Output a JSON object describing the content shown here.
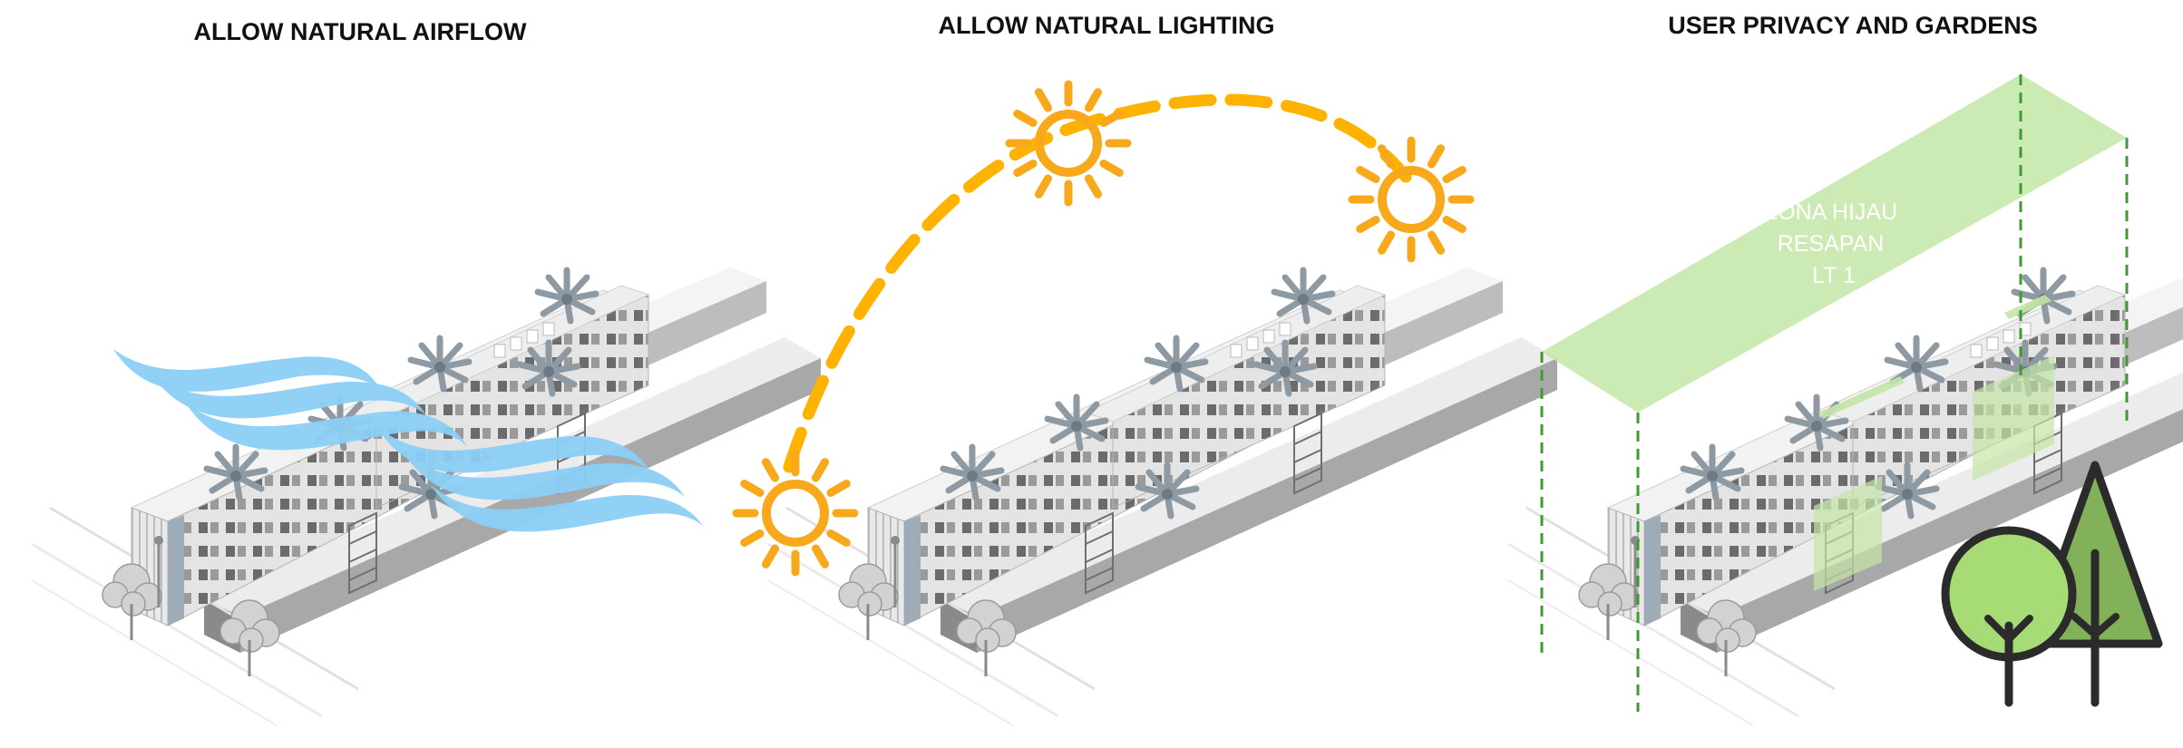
{
  "panels": [
    {
      "id": "airflow",
      "title": "ALLOW NATURAL AIRFLOW",
      "icon": "wind-waves-icon"
    },
    {
      "id": "lighting",
      "title": "ALLOW NATURAL LIGHTING",
      "icon": "sun-path-icon"
    },
    {
      "id": "privacy",
      "title": "USER PRIVACY AND GARDENS",
      "icon": "trees-icon",
      "zone_label": [
        "ZONA HIJAU",
        "RESAPAN",
        "LT 1"
      ]
    }
  ],
  "colors": {
    "wind": "#8ccff5",
    "sun": "#f7a81b",
    "sun_path": "#ffb300",
    "green_zone": "#c3e6a6",
    "green_outline": "#3f9a2f",
    "tree_light": "#a6db76",
    "tree_dark": "#83b15a",
    "tree_outline": "#2b2b2b",
    "building_light": "#f2f2f2",
    "building_mid": "#c9c9c9",
    "building_dark": "#8f8f8f"
  }
}
